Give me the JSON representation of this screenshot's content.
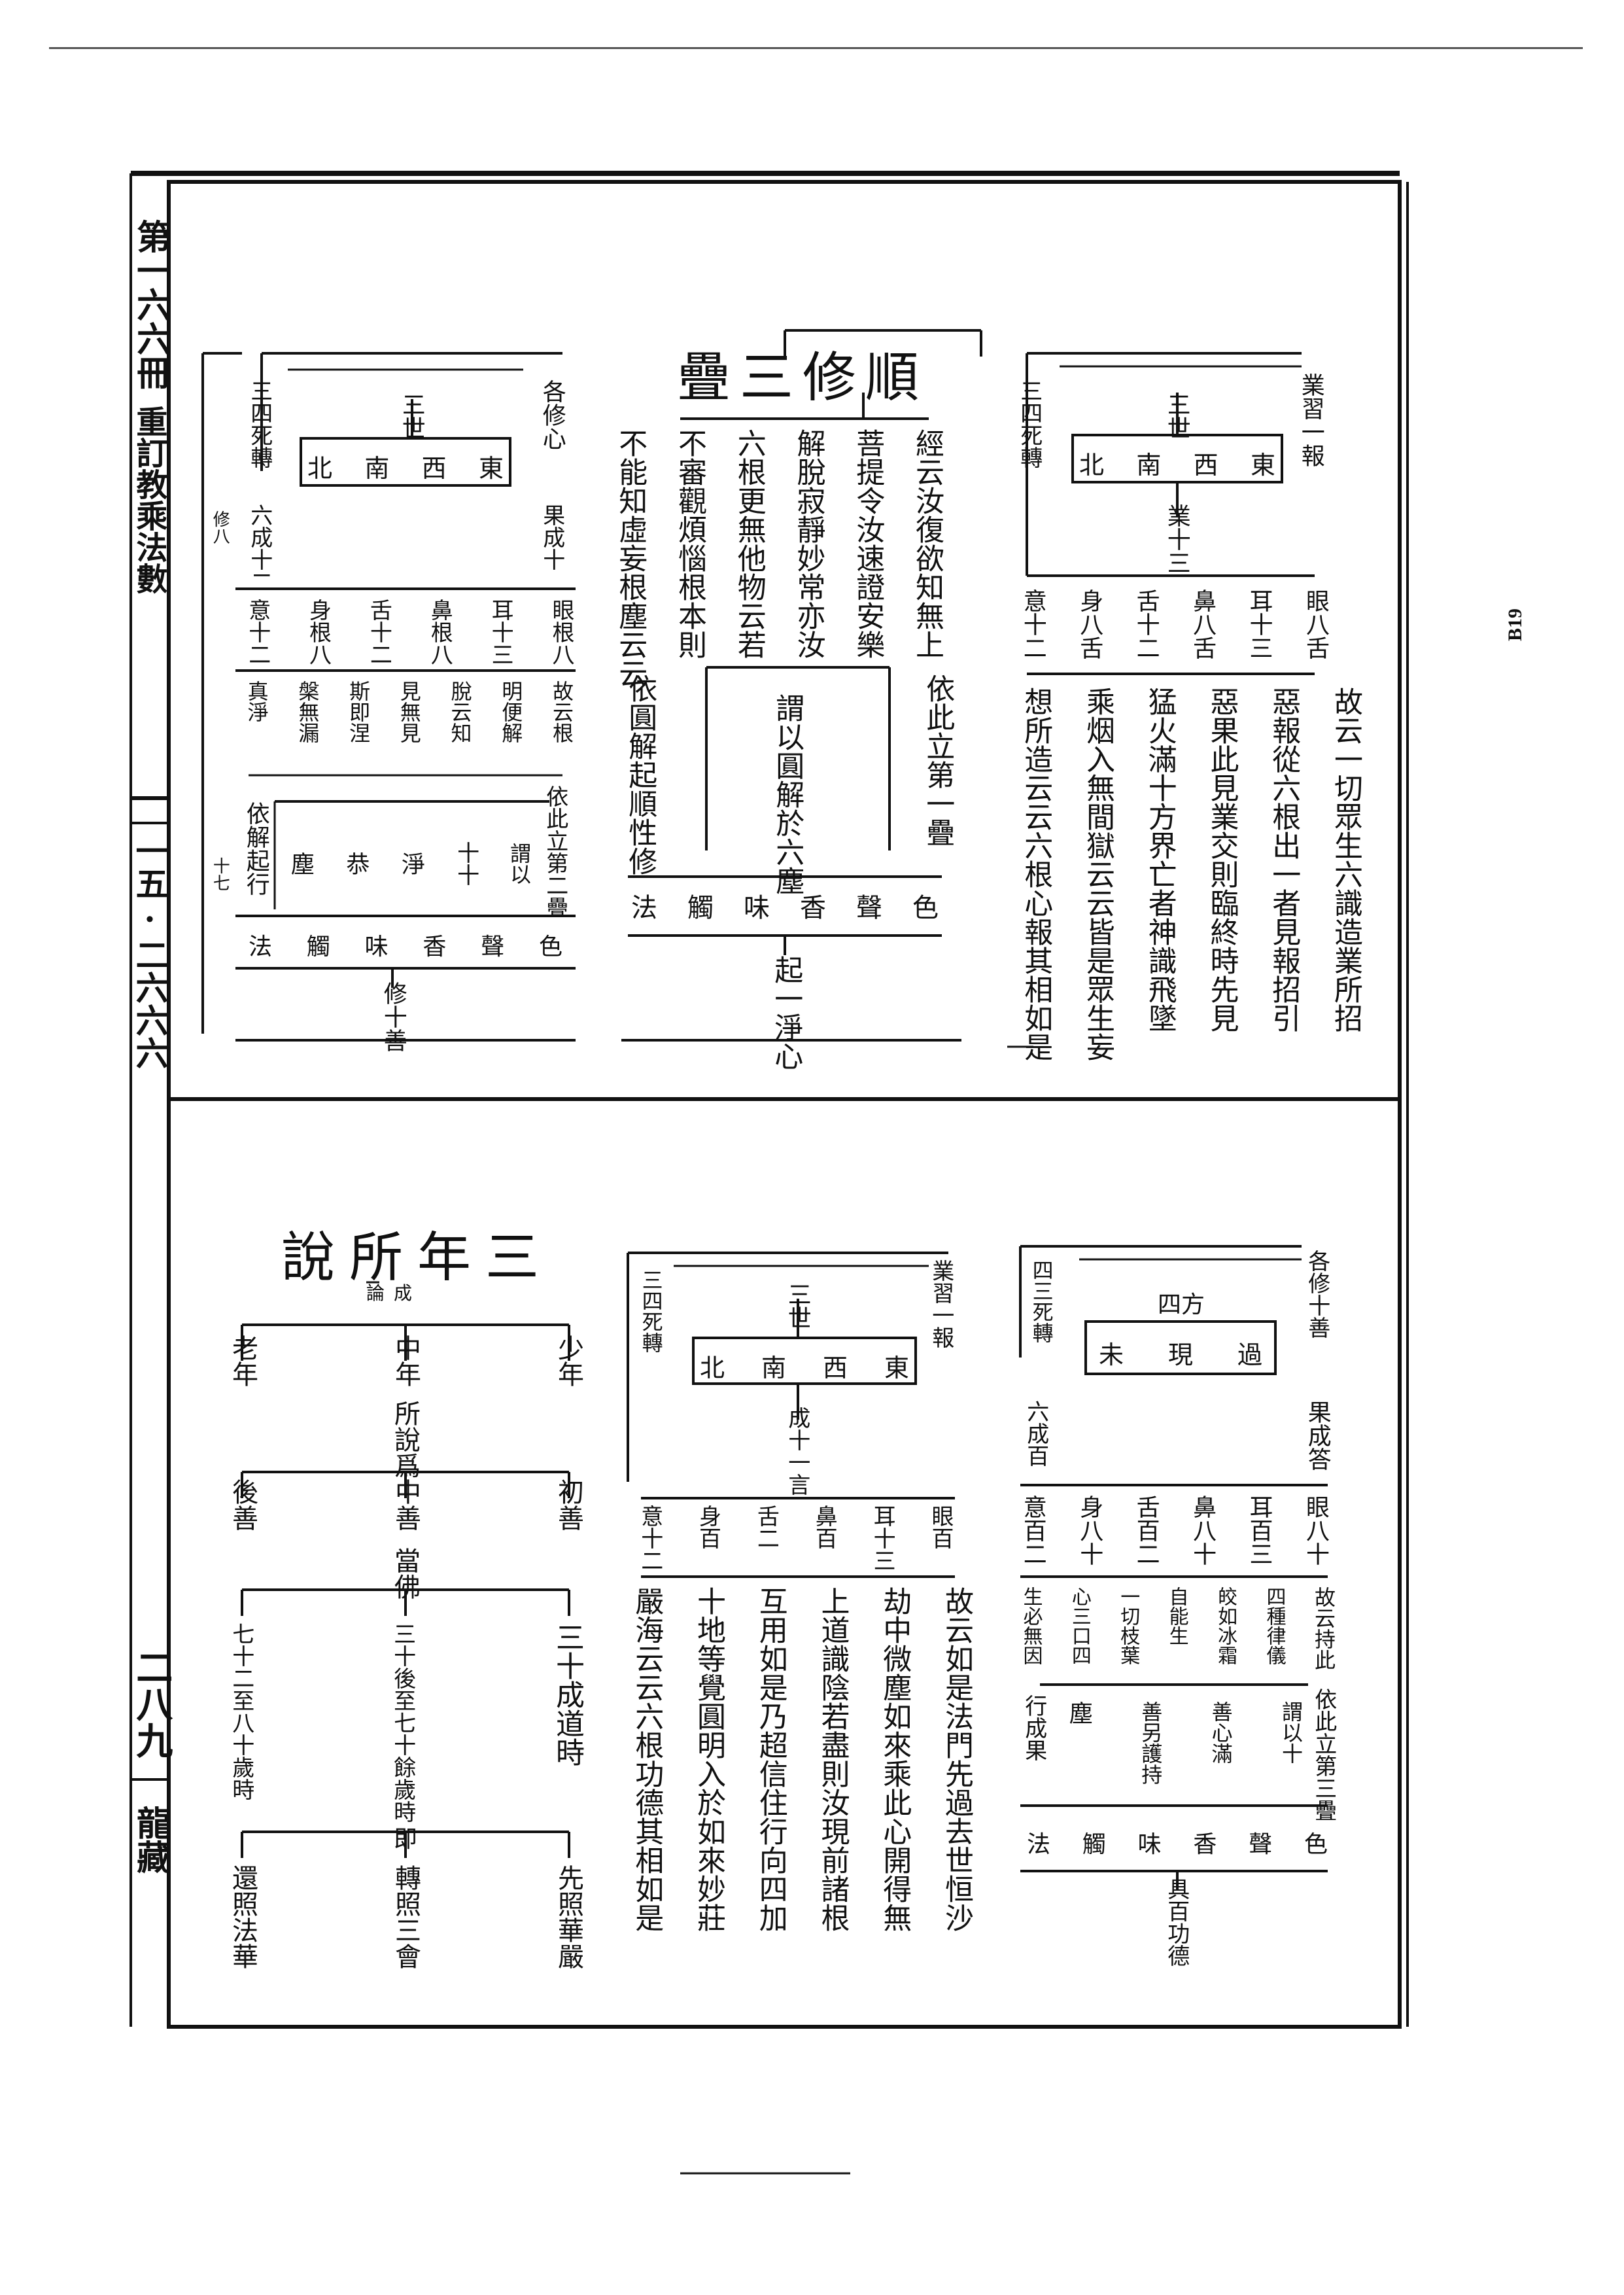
{
  "margin": {
    "volume": "第一六六冊",
    "book_title": "重訂教乘法數",
    "page_ref": "一五·二六六六",
    "page_number": "二八九",
    "collection": "龍藏"
  },
  "side_code": "B19",
  "upper": {
    "title": "順修三疊",
    "sutra_cols": [
      "經云汝復欲知無上",
      "菩提令汝速證安樂",
      "解脫寂靜妙常亦汝",
      "六根更無他物云若",
      "不審觀煩惱根本則",
      "不能知虛妄根塵云云"
    ],
    "mid_left": "依圓解起順性修",
    "mid_center": "謂以圓解於六塵",
    "mid_right": "依此立第一疊",
    "dusts": [
      "色",
      "聲",
      "香",
      "味",
      "觸",
      "法"
    ],
    "pure_mind": "起一淨心",
    "right_diagram": {
      "top_right": "業習一報",
      "side": "三四死轉",
      "directions": [
        "東",
        "西",
        "南",
        "北"
      ],
      "world": "三世",
      "hub": "業十三",
      "roots": [
        "眼八舌",
        "耳十三",
        "鼻八舌",
        "舌十二",
        "身八舌",
        "意十二"
      ]
    },
    "right_text": [
      "故云一切眾生六識造業所招",
      "惡報從六根出一者見報招引",
      "惡果此見業交則臨終時先見",
      "猛火滿十方界亡者神識飛墜",
      "乘烟入無間獄云云皆是眾生妄",
      "想所造云云六根心報其相如是"
    ],
    "left_diagram": {
      "top_right": "各修心",
      "side": "三四死轉",
      "directions": [
        "東",
        "西",
        "南",
        "北"
      ],
      "world": "三世",
      "mid_right": "果成十",
      "mid_left": "六成十二",
      "roots": [
        "眼根八",
        "耳十三",
        "鼻根八",
        "舌十二",
        "身根八",
        "意十二"
      ],
      "side_notes": [
        "修八",
        "十七"
      ],
      "effects": [
        "故云根",
        "明便解",
        "脫云知",
        "見無見",
        "斯即涅",
        "槃無漏",
        "真淨"
      ],
      "relies_right": "依此立第二疊",
      "relies_left": "依解起行",
      "purified": [
        "謂以",
        "十十",
        "淨",
        "恭",
        "塵"
      ],
      "dusts": [
        "色",
        "聲",
        "香",
        "味",
        "觸",
        "法"
      ],
      "bottom": "修十善"
    }
  },
  "lower": {
    "title": "三年所說",
    "subtitle": [
      "成",
      "論"
    ],
    "ages": [
      "少年",
      "中年",
      "老年"
    ],
    "said": "所說爲",
    "good": [
      "初善",
      "中善",
      "後善"
    ],
    "dang": "當佛",
    "times": [
      "三十成道時",
      "三十後至七十餘歲時",
      "七十二至八十歲時"
    ],
    "ji": "即",
    "illum": [
      "先照華嚴",
      "轉照三會",
      "還照法華"
    ],
    "mid_diagram": {
      "top_right": "業習一報",
      "side": "三四死轉",
      "directions": [
        "東",
        "西",
        "南",
        "北"
      ],
      "world": "三世",
      "hub": "成十一言",
      "roots": [
        "眼百",
        "耳十三",
        "鼻百",
        "舌二",
        "身百",
        "意十二"
      ]
    },
    "mid_text": [
      "故云如是法門先過去世恒沙",
      "劫中微塵如來乘此心開得無",
      "上道識陰若盡則汝現前諸根",
      "互用如是乃超信住行向四加",
      "十地等覺圓明入於如來妙莊",
      "嚴海云云六根功德其相如是"
    ],
    "right_diagram": {
      "top_right": "各修十善",
      "side": "四三死轉",
      "times": [
        "過",
        "現",
        "未"
      ],
      "four": "四方",
      "mid_right": "果成答",
      "mid_left": "六成百",
      "roots": [
        "眼八十",
        "耳百三",
        "鼻八十",
        "舌百二",
        "身八十",
        "意百二"
      ],
      "effects": [
        "故云持此",
        "四種律儀",
        "皎如冰霜",
        "自能生",
        "一切枝葉",
        "心三口四",
        "生必無因"
      ],
      "relies_right": "依此立第三疊",
      "relies_left": "行成果",
      "purified": [
        "謂以十",
        "善心滿",
        "善另護持",
        "塵"
      ],
      "dusts": [
        "色",
        "聲",
        "香",
        "味",
        "觸",
        "法"
      ],
      "bottom": "具百功德"
    }
  }
}
